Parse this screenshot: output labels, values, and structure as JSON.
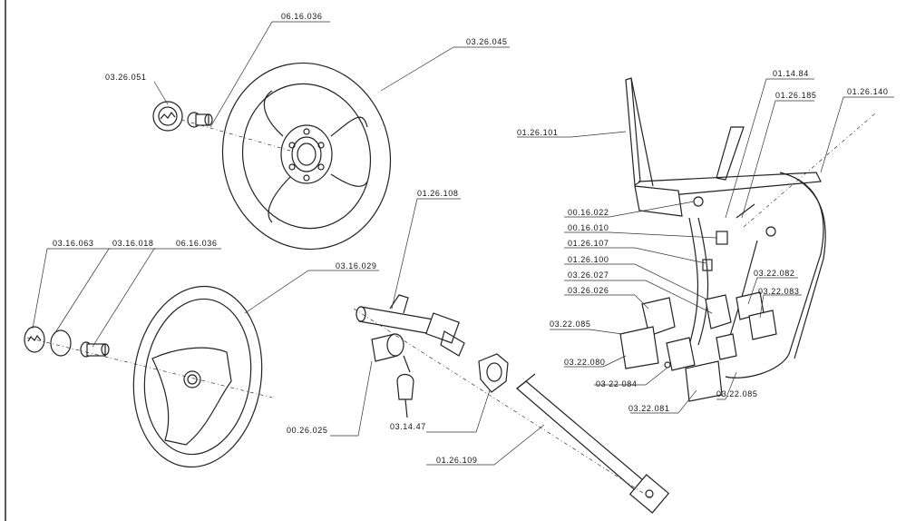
{
  "labels": {
    "p_060616036_top": "06.16.036",
    "p_032605": "03.26.045",
    "p_032651": "03.26.051",
    "p_031663": "03.16.063",
    "p_031618": "03.16.018",
    "p_061636_bot": "06.16.036",
    "p_031629": "03.16.029",
    "p_012608": "01.26.108",
    "p_002625": "00.26.025",
    "p_031447": "03.14.47",
    "p_012609": "01.26.109",
    "p_012601": "01.26.101",
    "p_011484": "01.14.84",
    "p_012685": "01.26.185",
    "p_012640": "01.26.140",
    "p_001622": "00.16.022",
    "p_001610": "00.16.010",
    "p_012607": "01.26.107",
    "p_012600": "01.26.100",
    "p_032627": "03.26.027",
    "p_032626": "03.26.026",
    "p_032285": "03.22.085",
    "p_032280": "03.22.080",
    "p_032284": "03 22 084",
    "p_032281": "03.22.081",
    "p_032285b": "03.22.085",
    "p_032282": "03.22.082",
    "p_032283": "03.22.083"
  }
}
